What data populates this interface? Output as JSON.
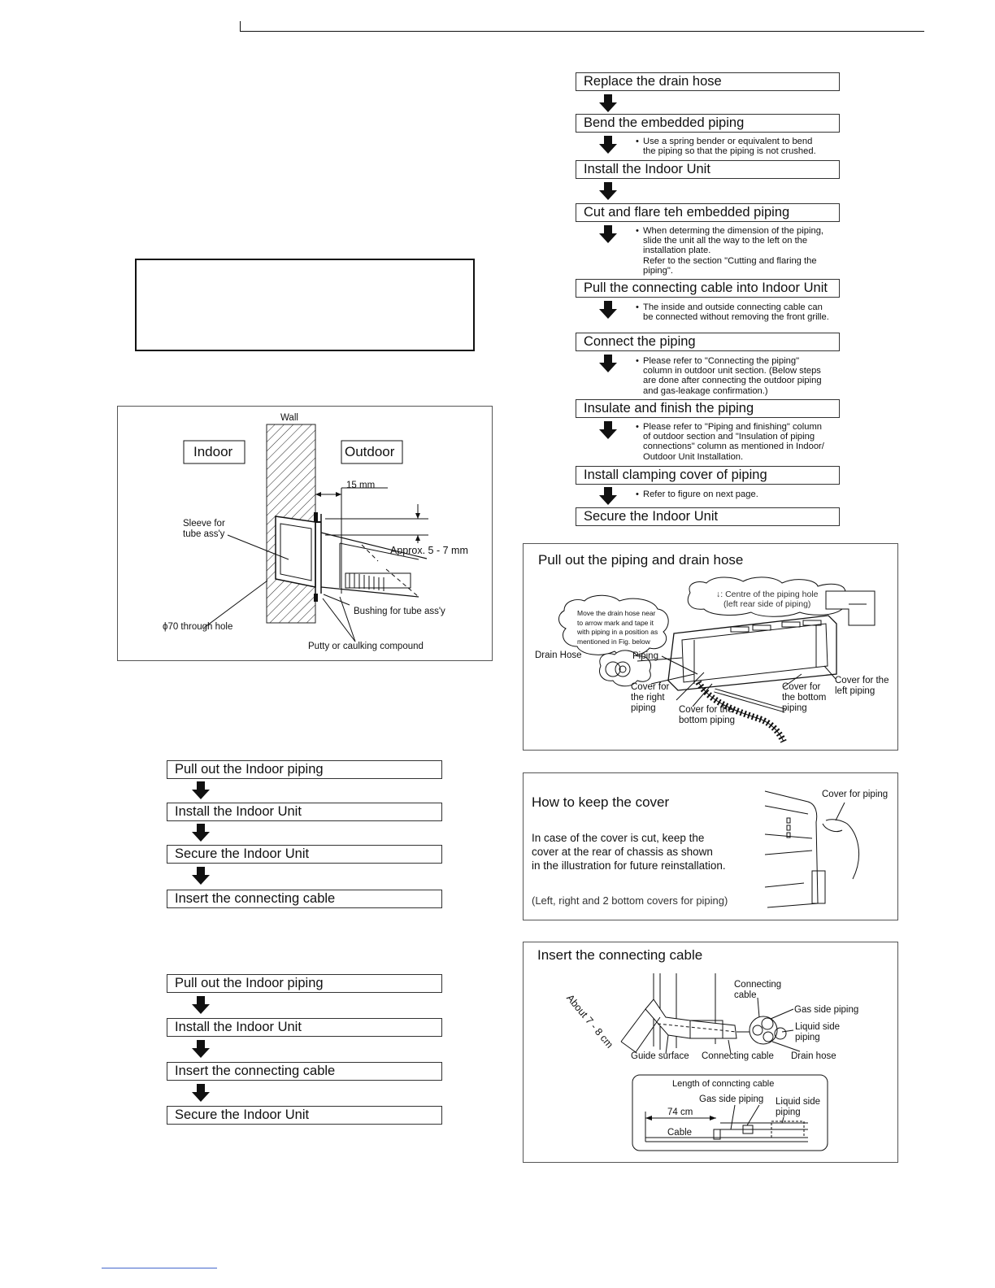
{
  "right_flow": {
    "steps": [
      "Replace the drain hose",
      "Bend the embedded piping",
      "Install the Indoor Unit",
      "Cut and flare teh embedded piping",
      "Pull the connecting cable into Indoor Unit",
      "Connect the piping",
      "Insulate and finish the piping",
      "Install clamping cover of piping",
      "Secure the Indoor Unit"
    ],
    "notes": {
      "bend": [
        "Use a spring bender or equivalent to bend",
        "the piping so that the piping is not crushed."
      ],
      "cut": [
        "When determing the dimension of the piping,",
        "slide the unit all the way to the left on the",
        "installation plate.",
        "Refer to the section \"Cutting and flaring the",
        "piping\"."
      ],
      "pull": [
        "The inside and outside connecting cable can",
        "be connected without removing the front grille."
      ],
      "connect": [
        "Please refer to \"Connecting the piping\"",
        "column in outdoor unit section. (Below steps",
        "are done after connecting the outdoor piping",
        "and gas-leakage confirmation.)"
      ],
      "insulate": [
        "Please refer to \"Piping and finishing\" column",
        "of outdoor section and \"Insulation of piping",
        "connections\" column as mentioned in Indoor/",
        "Outdoor Unit Installation."
      ],
      "clamp": [
        "Refer to figure on next page."
      ]
    }
  },
  "left_flow_1": [
    "Pull out the Indoor piping",
    "Install the Indoor Unit",
    "Secure the Indoor Unit",
    "Insert the connecting cable"
  ],
  "left_flow_2": [
    "Pull out the Indoor piping",
    "Install the Indoor Unit",
    "Insert the connecting cable",
    "Secure the Indoor Unit"
  ],
  "wall_diagram": {
    "wall": "Wall",
    "indoor": "Indoor",
    "outdoor": "Outdoor",
    "gap": "15 mm",
    "sleeve": [
      "Sleeve for",
      "tube ass'y"
    ],
    "approx": "Approx. 5 - 7 mm",
    "bushing": "Bushing for tube ass'y",
    "hole": "ϕ70 through hole",
    "putty": "Putty or caulking compound"
  },
  "pull_panel": {
    "title": "Pull out the piping and drain hose",
    "centre": [
      "↓: Centre of the piping hole",
      "(left rear side of piping)"
    ],
    "bubble": [
      "Move the drain hose near",
      "to arrow mark and tape it",
      "with piping in a position as",
      "mentioned in Fig. below"
    ],
    "drain_hose": "Drain Hose",
    "piping": "Piping",
    "cover_right": [
      "Cover for",
      "the right",
      "piping"
    ],
    "cover_bottom_piping": [
      "Cover for the",
      "bottom piping"
    ],
    "cover_bottom": [
      "Cover for",
      "the bottom",
      "piping"
    ],
    "cover_left": [
      "Cover for the",
      "left piping"
    ]
  },
  "cover_panel": {
    "title": "How to keep the cover",
    "body": [
      "In case of the cover is cut, keep the",
      "cover at the rear of chassis as shown",
      "in the illustration for future reinstallation."
    ],
    "footer": "(Left, right and 2 bottom covers for piping)",
    "cover_label": "Cover for piping"
  },
  "cable_panel": {
    "title": "Insert the connecting cable",
    "about": "About 7 - 8 cm",
    "connecting_cable_top": [
      "Connecting",
      "cable"
    ],
    "gas_side": "Gas side piping",
    "liquid_side": [
      "Liquid side",
      "piping"
    ],
    "guide": "Guide surface",
    "connecting_cable": "Connecting cable",
    "drain": "Drain hose",
    "length_title": "Length of conncting cable",
    "len_gas": "Gas side piping",
    "len_liquid": [
      "Liquid side",
      "piping"
    ],
    "len_74": "74 cm",
    "len_cable": "Cable"
  }
}
